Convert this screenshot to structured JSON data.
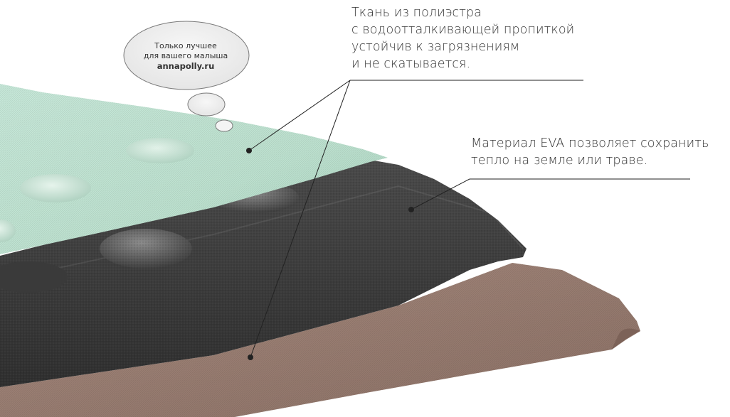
{
  "captions": {
    "fabric": [
      "Ткань из полиэстра",
      "с водоотталкивающей пропиткой",
      "устойчив к загрязнениям",
      "и не скатывается."
    ],
    "eva": [
      "Материал EVA позволяет сохранить",
      "тепло на земле или траве."
    ]
  },
  "bubble": {
    "line1": "Только лучшее",
    "line2": "для вашего малыша",
    "site": "annapolly.ru"
  },
  "colors": {
    "fabric_layer": "#bfe3d2",
    "foam_layer": "#3f3f3f",
    "base_layer": "#9a7e72",
    "leader_line": "#222222"
  }
}
